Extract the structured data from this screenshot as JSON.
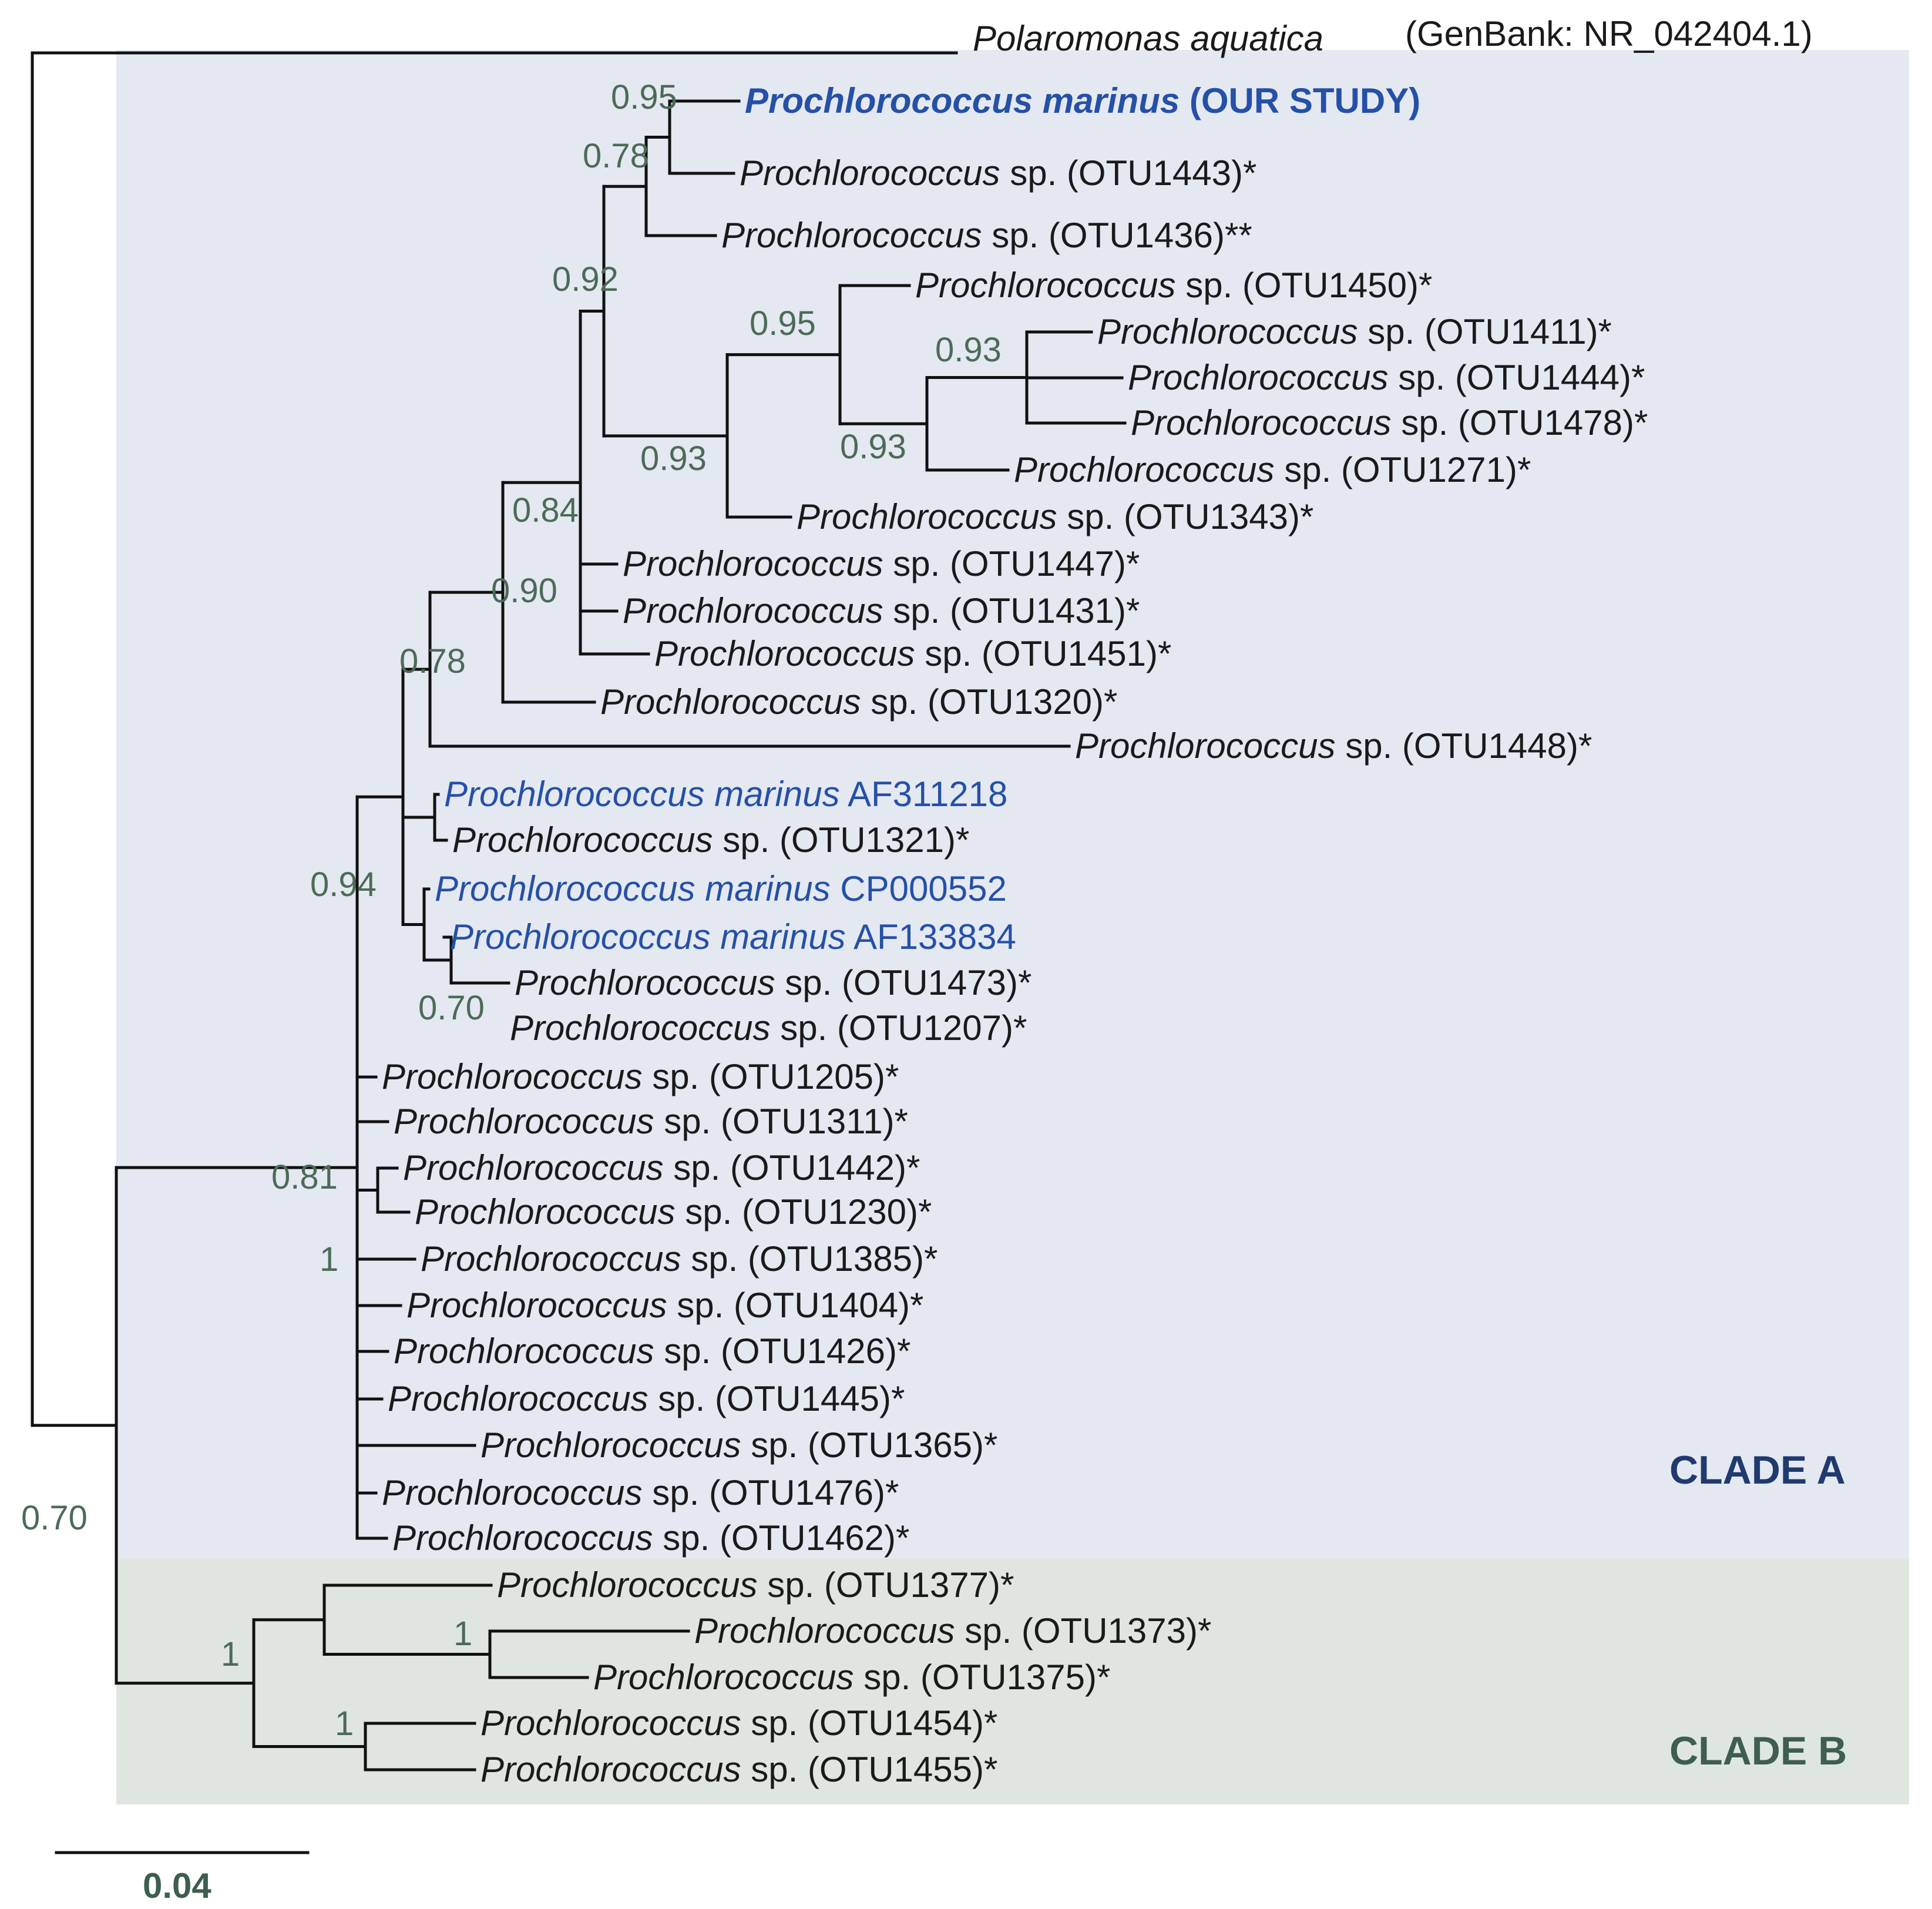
{
  "colors": {
    "clade_a_bg": "#e4e8f1",
    "clade_b_bg": "#dfe6e0",
    "highlight_blue": "#2550a8",
    "support_green": "#4c6b58",
    "clade_a_text": "#1f3a6e",
    "clade_b_text": "#3e5e4f"
  },
  "outgroup": {
    "name": "Polaromonas aquatica",
    "accession": "(GenBank: NR_042404.1)"
  },
  "leaves": [
    {
      "id": "study",
      "genus": "Prochlorococcus marinus",
      "suffix": " (OUR STUDY)",
      "style": "study"
    },
    {
      "id": "otu1443",
      "genus": "Prochlorococcus",
      "suffix": " sp. (OTU1443)*",
      "style": "normal"
    },
    {
      "id": "otu1436",
      "genus": "Prochlorococcus",
      "suffix": " sp. (OTU1436)**",
      "style": "normal"
    },
    {
      "id": "otu1450",
      "genus": "Prochlorococcus",
      "suffix": " sp. (OTU1450)*",
      "style": "normal"
    },
    {
      "id": "otu1411",
      "genus": "Prochlorococcus",
      "suffix": " sp. (OTU1411)*",
      "style": "normal"
    },
    {
      "id": "otu1444",
      "genus": "Prochlorococcus",
      "suffix": " sp. (OTU1444)*",
      "style": "normal"
    },
    {
      "id": "otu1478",
      "genus": "Prochlorococcus",
      "suffix": " sp. (OTU1478)*",
      "style": "normal"
    },
    {
      "id": "otu1271",
      "genus": "Prochlorococcus",
      "suffix": " sp. (OTU1271)*",
      "style": "normal"
    },
    {
      "id": "otu1343",
      "genus": "Prochlorococcus",
      "suffix": " sp. (OTU1343)*",
      "style": "normal"
    },
    {
      "id": "otu1447",
      "genus": "Prochlorococcus",
      "suffix": " sp. (OTU1447)*",
      "style": "normal"
    },
    {
      "id": "otu1431",
      "genus": "Prochlorococcus",
      "suffix": " sp. (OTU1431)*",
      "style": "normal"
    },
    {
      "id": "otu1451",
      "genus": "Prochlorococcus",
      "suffix": " sp. (OTU1451)*",
      "style": "normal"
    },
    {
      "id": "otu1320",
      "genus": "Prochlorococcus",
      "suffix": " sp. (OTU1320)*",
      "style": "normal"
    },
    {
      "id": "otu1448",
      "genus": "Prochlorococcus",
      "suffix": " sp. (OTU1448)*",
      "style": "normal"
    },
    {
      "id": "af311218",
      "genus": "Prochlorococcus marinus",
      "suffix": " AF311218",
      "style": "highlight"
    },
    {
      "id": "otu1321",
      "genus": "Prochlorococcus",
      "suffix": " sp. (OTU1321)*",
      "style": "normal"
    },
    {
      "id": "cp000552",
      "genus": "Prochlorococcus marinus",
      "suffix": " CP000552",
      "style": "highlight"
    },
    {
      "id": "af133834",
      "genus": "Prochlorococcus marinus",
      "suffix": " AF133834",
      "style": "highlight"
    },
    {
      "id": "otu1473",
      "genus": "Prochlorococcus",
      "suffix": " sp. (OTU1473)*",
      "style": "normal"
    },
    {
      "id": "otu1207",
      "genus": "Prochlorococcus",
      "suffix": " sp. (OTU1207)*",
      "style": "normal"
    },
    {
      "id": "otu1205",
      "genus": "Prochlorococcus",
      "suffix": " sp. (OTU1205)*",
      "style": "normal"
    },
    {
      "id": "otu1311",
      "genus": "Prochlorococcus",
      "suffix": " sp. (OTU1311)*",
      "style": "normal"
    },
    {
      "id": "otu1442",
      "genus": "Prochlorococcus",
      "suffix": " sp. (OTU1442)*",
      "style": "normal"
    },
    {
      "id": "otu1230",
      "genus": "Prochlorococcus",
      "suffix": " sp. (OTU1230)*",
      "style": "normal"
    },
    {
      "id": "otu1385",
      "genus": "Prochlorococcus",
      "suffix": " sp. (OTU1385)*",
      "style": "normal"
    },
    {
      "id": "otu1404",
      "genus": "Prochlorococcus",
      "suffix": " sp. (OTU1404)*",
      "style": "normal"
    },
    {
      "id": "otu1426",
      "genus": "Prochlorococcus",
      "suffix": " sp. (OTU1426)*",
      "style": "normal"
    },
    {
      "id": "otu1445",
      "genus": "Prochlorococcus",
      "suffix": " sp. (OTU1445)*",
      "style": "normal"
    },
    {
      "id": "otu1365",
      "genus": "Prochlorococcus",
      "suffix": " sp. (OTU1365)*",
      "style": "normal"
    },
    {
      "id": "otu1476",
      "genus": "Prochlorococcus",
      "suffix": " sp. (OTU1476)*",
      "style": "normal"
    },
    {
      "id": "otu1462",
      "genus": "Prochlorococcus",
      "suffix": " sp. (OTU1462)*",
      "style": "normal"
    },
    {
      "id": "otu1377",
      "genus": "Prochlorococcus",
      "suffix": " sp. (OTU1377)*",
      "style": "normal"
    },
    {
      "id": "otu1373",
      "genus": "Prochlorococcus",
      "suffix": " sp. (OTU1373)*",
      "style": "normal"
    },
    {
      "id": "otu1375",
      "genus": "Prochlorococcus",
      "suffix": " sp. (OTU1375)*",
      "style": "normal"
    },
    {
      "id": "otu1454",
      "genus": "Prochlorococcus",
      "suffix": " sp. (OTU1454)*",
      "style": "normal"
    },
    {
      "id": "otu1455",
      "genus": "Prochlorococcus",
      "suffix": " sp. (OTU1455)*",
      "style": "normal"
    }
  ],
  "support_values": [
    {
      "node": "n_study",
      "value": "0.95"
    },
    {
      "node": "n_1436",
      "value": "0.78"
    },
    {
      "node": "n_upper",
      "value": "0.92"
    },
    {
      "node": "n_1450",
      "value": "0.95"
    },
    {
      "node": "n_1411",
      "value": "0.93"
    },
    {
      "node": "n_1271",
      "value": "0.93"
    },
    {
      "node": "n_mid",
      "value": "0.93"
    },
    {
      "node": "n_1447",
      "value": "0.84"
    },
    {
      "node": "n_1320",
      "value": "0.90"
    },
    {
      "node": "n_1448",
      "value": "0.78"
    },
    {
      "node": "n_marinus",
      "value": "0.94"
    },
    {
      "node": "n_af133834",
      "value": "0.70"
    },
    {
      "node": "n_1442",
      "value": "0.81"
    },
    {
      "node": "n_cladeA",
      "value": "1"
    },
    {
      "node": "n_root",
      "value": "0.70"
    },
    {
      "node": "n_cladeB",
      "value": "1"
    },
    {
      "node": "n_1373",
      "value": "1"
    },
    {
      "node": "n_1454",
      "value": "1"
    }
  ],
  "clade_labels": {
    "a": "CLADE A",
    "b": "CLADE B"
  },
  "scale_bar": {
    "label": "0.04"
  }
}
